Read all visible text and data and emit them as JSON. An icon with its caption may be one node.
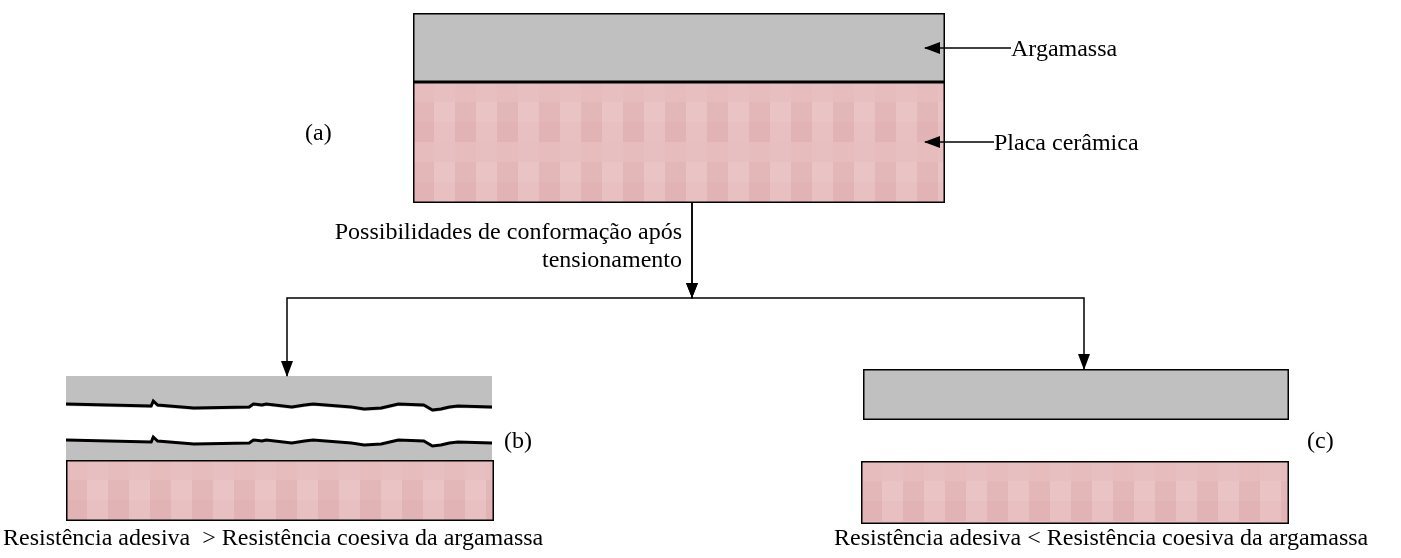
{
  "diagram": {
    "nodes": [
      {
        "text": [],
        "shape": "box"
      },
      {
        "text": [],
        "shape": "box"
      },
      {
        "text": [
          "Argamassa"
        ]
      },
      {
        "text": [
          "Placa cerâmica"
        ]
      },
      {
        "text": [],
        "shape": "box"
      },
      {
        "text": [],
        "shape": "box"
      },
      {
        "text": [],
        "shape": "box"
      },
      {
        "text": [],
        "shape": "box"
      },
      {
        "text": [],
        "shape": "box"
      }
    ],
    "edges": [
      {
        "from": 1,
        "to": 4,
        "arrow": "to",
        "label": "Possibilidades de conformação após tensionamento"
      },
      {
        "from": 1,
        "to": 7,
        "arrow": "to"
      },
      {
        "from": 2,
        "to": 0,
        "arrow": "to"
      },
      {
        "from": 3,
        "to": 1,
        "arrow": "to"
      }
    ],
    "labels": [
      "(a)",
      "(b)",
      "(c)",
      "Resistência adesiva  > Resistência coesiva da argamassa",
      "Resistência adesiva < Resistência coesiva da argamassa"
    ]
  }
}
